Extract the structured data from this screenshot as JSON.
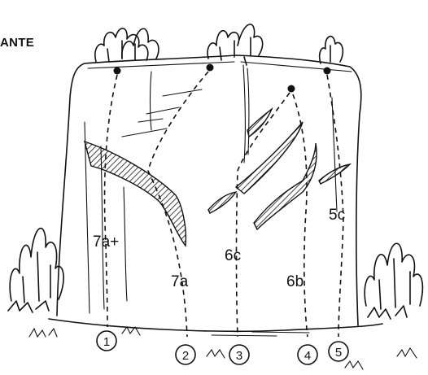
{
  "title_fragment": "ANTE",
  "routes": [
    {
      "number": "1",
      "grade": "7a+"
    },
    {
      "number": "2",
      "grade": "7a"
    },
    {
      "number": "3",
      "grade": "6c"
    },
    {
      "number": "4",
      "grade": "6b"
    },
    {
      "number": "5",
      "grade": "5c"
    }
  ]
}
